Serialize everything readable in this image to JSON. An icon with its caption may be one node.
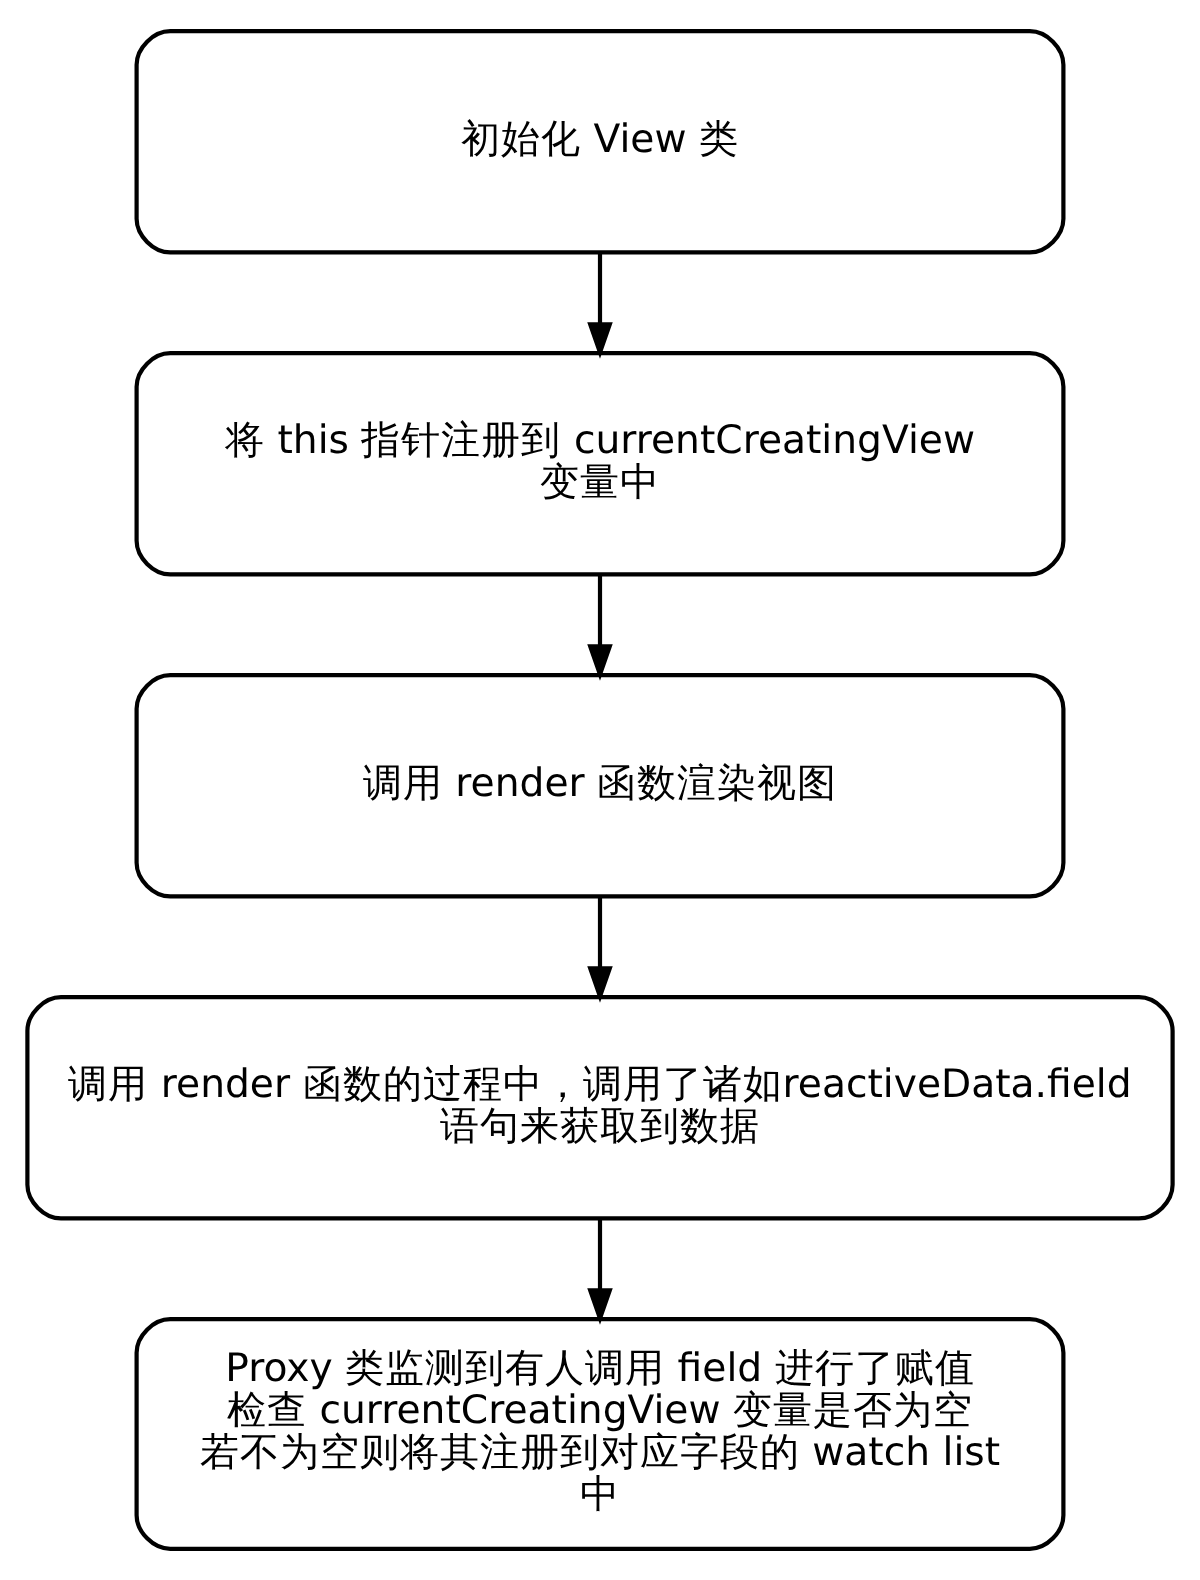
{
  "diagram": {
    "nodes": [
      {
        "text": [
          "初始化 View 类"
        ]
      },
      {
        "text": [
          "将 this 指针注册到 currentCreatingView 变量中"
        ]
      },
      {
        "text": [
          "调用 render 函数渲染视图"
        ]
      },
      {
        "text": [
          "调用 render 函数的过程中，调用了诸如reactiveData.field 语句来获取到数据"
        ]
      },
      {
        "text": [
          "Proxy 类监测到有人调用 field 进行了赋值",
          "检查 currentCreatingView 变量是否为空",
          "若不为空则将其注册到对应字段的 watch list 中"
        ]
      }
    ],
    "edges": [
      {
        "from": 0,
        "to": 1,
        "arrow": "to"
      },
      {
        "from": 1,
        "to": 2,
        "arrow": "to"
      },
      {
        "from": 2,
        "to": 3,
        "arrow": "to"
      },
      {
        "from": 3,
        "to": 4,
        "arrow": "to"
      }
    ]
  }
}
